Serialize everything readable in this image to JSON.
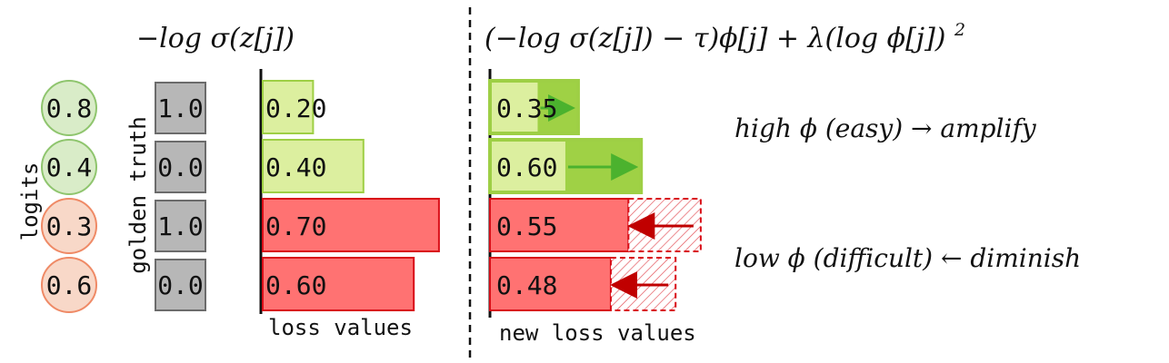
{
  "left_formula": "−log σ(z[j])",
  "right_formula": "(−log σ(z[j])  − τ)ϕ[j] + λ(log ϕ[j])",
  "right_formula_exponent": "2",
  "logits_label": "logits",
  "golden_truth_label": "golden truth",
  "loss_values_label": "loss values",
  "new_loss_values_label": "new loss values",
  "high_phi_label": "high ϕ (easy) → amplify",
  "low_phi_label": "low ϕ (difficult) ← diminish",
  "rows": [
    {
      "logit": "0.8",
      "truth": "1.0",
      "loss": 0.2,
      "loss_label": "0.20",
      "new_loss": 0.35,
      "new_loss_label": "0.35",
      "type": "easy"
    },
    {
      "logit": "0.4",
      "truth": "0.0",
      "loss": 0.4,
      "loss_label": "0.40",
      "new_loss": 0.6,
      "new_loss_label": "0.60",
      "type": "easy"
    },
    {
      "logit": "0.3",
      "truth": "1.0",
      "loss": 0.7,
      "loss_label": "0.70",
      "new_loss": 0.55,
      "new_loss_label": "0.55",
      "type": "difficult"
    },
    {
      "logit": "0.6",
      "truth": "0.0",
      "loss": 0.6,
      "loss_label": "0.60",
      "new_loss": 0.48,
      "new_loss_label": "0.48",
      "type": "difficult"
    }
  ],
  "colors": {
    "easy_circle_fill": "#d9ecc8",
    "easy_circle_stroke": "#8fc56e",
    "difficult_circle_fill": "#f8d8c8",
    "difficult_circle_stroke": "#ef8a66",
    "truth_box_fill": "#b7b7b7",
    "truth_box_stroke": "#6b6b6b",
    "easy_bar_fill": "#dcef9f",
    "easy_bar_stroke": "#9ecf45",
    "difficult_bar_fill": "#ff7272",
    "difficult_bar_stroke": "#d90e18",
    "easy_amplify_fill": "#9fd145",
    "easy_arrow": "#4bb22e",
    "difficult_arrow": "#c00000"
  }
}
